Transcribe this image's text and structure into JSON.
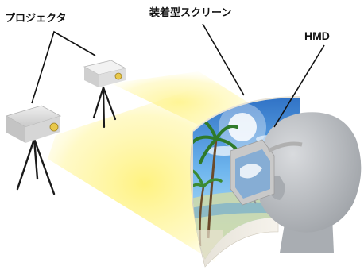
{
  "labels": {
    "projector": "プロジェクタ",
    "screen": "装着型スクリーン",
    "hmd": "HMD"
  },
  "colors": {
    "projection_light": "#fff27a",
    "projector_body": "#d8d8d8",
    "projector_lens": "#e8c84a",
    "tripod": "#1a1a1a",
    "screen_sky": "#3f8fd6",
    "screen_back": "#eeeae2",
    "head": "#b9bcc0",
    "callout_line": "#111111"
  },
  "icons": [
    "projector-icon",
    "tripod-icon",
    "palm-tree-icon",
    "head-icon"
  ]
}
